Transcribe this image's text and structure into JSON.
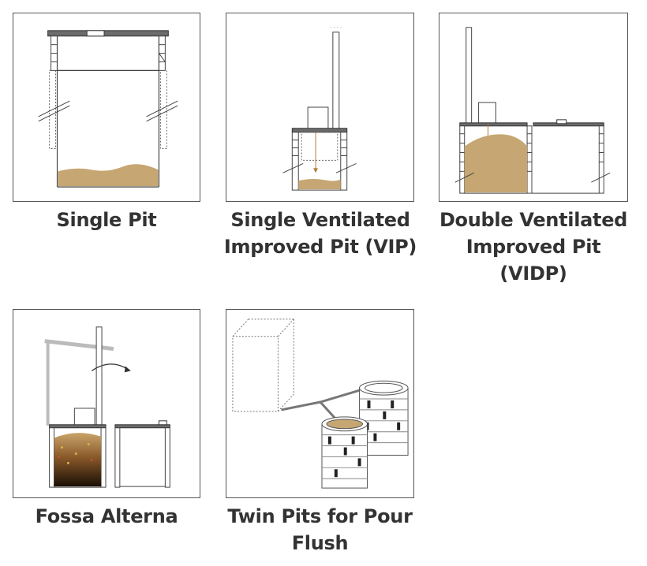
{
  "colors": {
    "frame": "#555555",
    "line": "#444444",
    "soil": "#c6a672",
    "soil_dark": "#5b3a1a",
    "slab": "#6b6b6b",
    "caption": "#333333"
  },
  "items": [
    {
      "id": "single-pit",
      "label": "Single Pit"
    },
    {
      "id": "single-vip",
      "label": "Single Ventilated\nImproved Pit (VIP)"
    },
    {
      "id": "double-vidp",
      "label": "Double Ventilated\nImproved Pit\n(VIDP)"
    },
    {
      "id": "fossa-alterna",
      "label": "Fossa Alterna"
    },
    {
      "id": "twin-pits",
      "label": "Twin Pits for Pour\nFlush"
    }
  ]
}
